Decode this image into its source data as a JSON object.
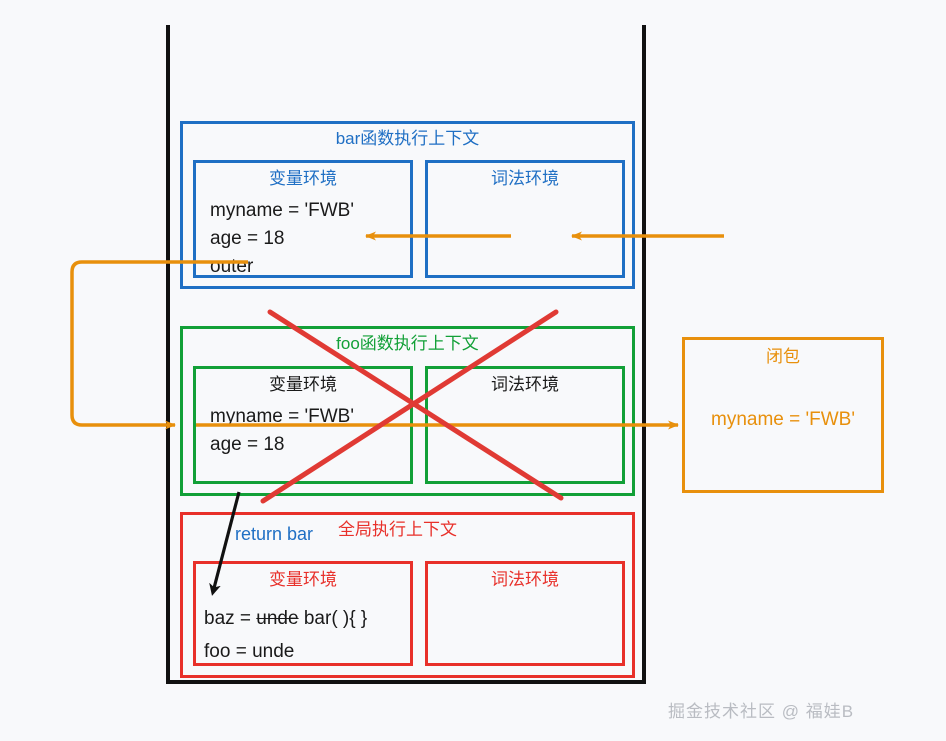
{
  "diagram": {
    "title_watermark": "掘金技术社区 @ 福娃B",
    "colors": {
      "background": "#f8f9fb",
      "stack_frame": "#111111",
      "blue": "#1f6fc4",
      "green": "#12a037",
      "red": "#e8302a",
      "orange": "#e8900c",
      "text": "#1a1a1a",
      "watermark": "#b9bcc2"
    }
  },
  "contexts": [
    {
      "id": "bar",
      "title": "bar函数执行上下文",
      "color": "#1f6fc4",
      "variable_env": {
        "title": "变量环境",
        "lines": [
          "myname = 'FWB'",
          "age = 18",
          "outer"
        ]
      },
      "lexical_env": {
        "title": "词法环境",
        "lines": []
      }
    },
    {
      "id": "foo",
      "title": "foo函数执行上下文",
      "color": "#12a037",
      "crossed_out": true,
      "variable_env": {
        "title": "变量环境",
        "lines": [
          "myname = 'FWB'",
          "age = 18"
        ]
      },
      "lexical_env": {
        "title": "词法环境",
        "lines": []
      }
    },
    {
      "id": "global",
      "title": "全局执行上下文",
      "color": "#e8302a",
      "annotation": "return bar",
      "annotation_color": "#1f6fc4",
      "variable_env": {
        "title": "变量环境",
        "line1_prefix": "baz = ",
        "line1_struck": "unde",
        "line1_suffix": " bar( ){ }",
        "line2": "foo = unde"
      },
      "lexical_env": {
        "title": "词法环境",
        "lines": []
      }
    }
  ],
  "closure": {
    "title": "闭包",
    "body": "myname = 'FWB'",
    "color": "#e8900c"
  },
  "annotations": {
    "outer_chain_label": "outer",
    "arrow_color": "#e8900c",
    "cross_color": "#e03a34",
    "pointer_color": "#111111"
  }
}
